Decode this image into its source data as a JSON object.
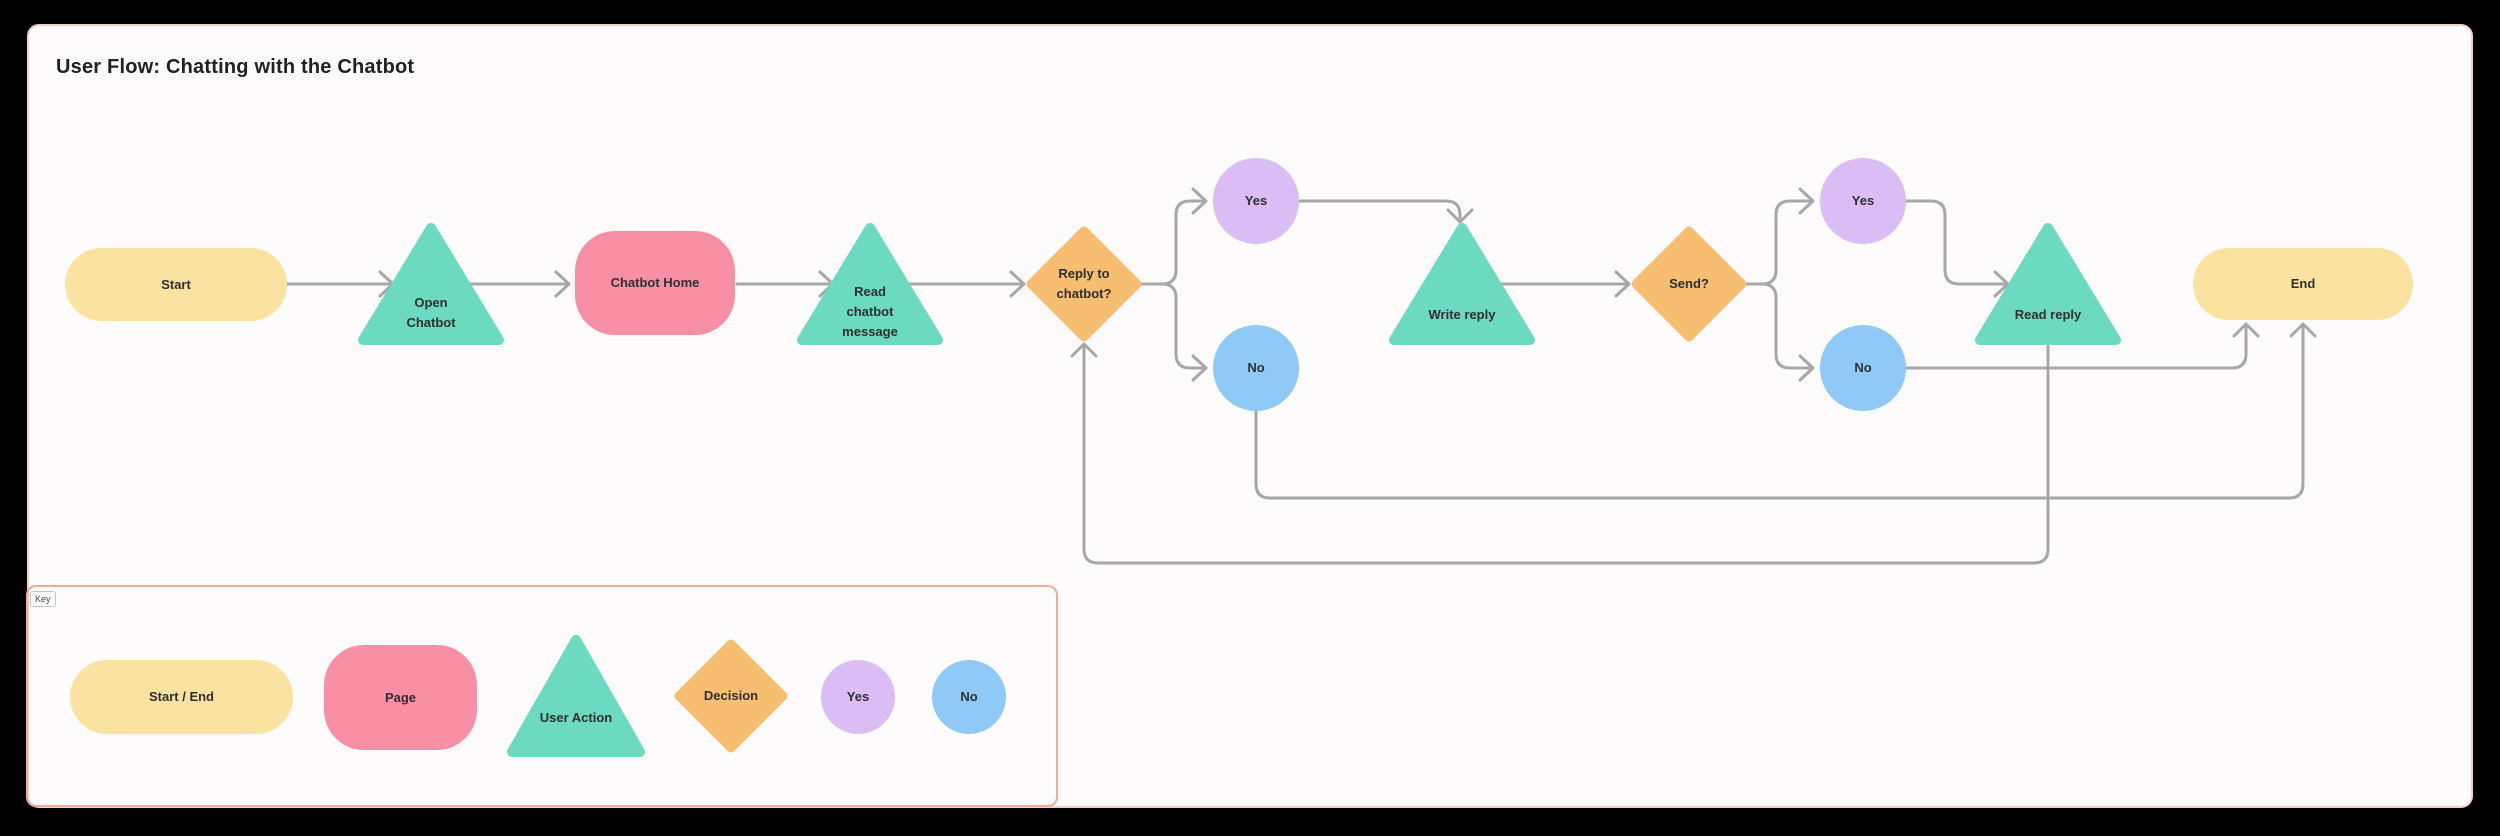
{
  "title": "User Flow: Chatting with the Chatbot",
  "colors": {
    "start_end": "#FAE3A1",
    "page": "#F98FA4",
    "user_action": "#6CDAC0",
    "decision": "#F7BD71",
    "yes": "#D9BDF4",
    "no": "#8FC9F7",
    "connector": "#A7A7A7",
    "text": "#2F2F2F",
    "canvas": "#FDFBFB",
    "key_border": "#F2AB9B"
  },
  "nodes": {
    "start": {
      "label": "Start",
      "type": "start-end"
    },
    "open_chatbot": {
      "label": "Open Chatbot",
      "type": "user-action"
    },
    "chatbot_home": {
      "label": "Chatbot Home",
      "type": "page"
    },
    "read_message": {
      "label": "Read chatbot message",
      "type": "user-action"
    },
    "reply_decision": {
      "label": "Reply to chatbot?",
      "type": "decision"
    },
    "reply_yes": {
      "label": "Yes",
      "type": "yes"
    },
    "reply_no": {
      "label": "No",
      "type": "no"
    },
    "write_reply": {
      "label": "Write reply",
      "type": "user-action"
    },
    "send_decision": {
      "label": "Send?",
      "type": "decision"
    },
    "send_yes": {
      "label": "Yes",
      "type": "yes"
    },
    "send_no": {
      "label": "No",
      "type": "no"
    },
    "read_reply": {
      "label": "Read reply",
      "type": "user-action"
    },
    "end": {
      "label": "End",
      "type": "start-end"
    }
  },
  "key": {
    "tag": "Key",
    "items": {
      "start_end": {
        "label": "Start / End"
      },
      "page": {
        "label": "Page"
      },
      "user_action": {
        "label": "User Action"
      },
      "decision": {
        "label": "Decision"
      },
      "yes": {
        "label": "Yes"
      },
      "no": {
        "label": "No"
      }
    }
  }
}
